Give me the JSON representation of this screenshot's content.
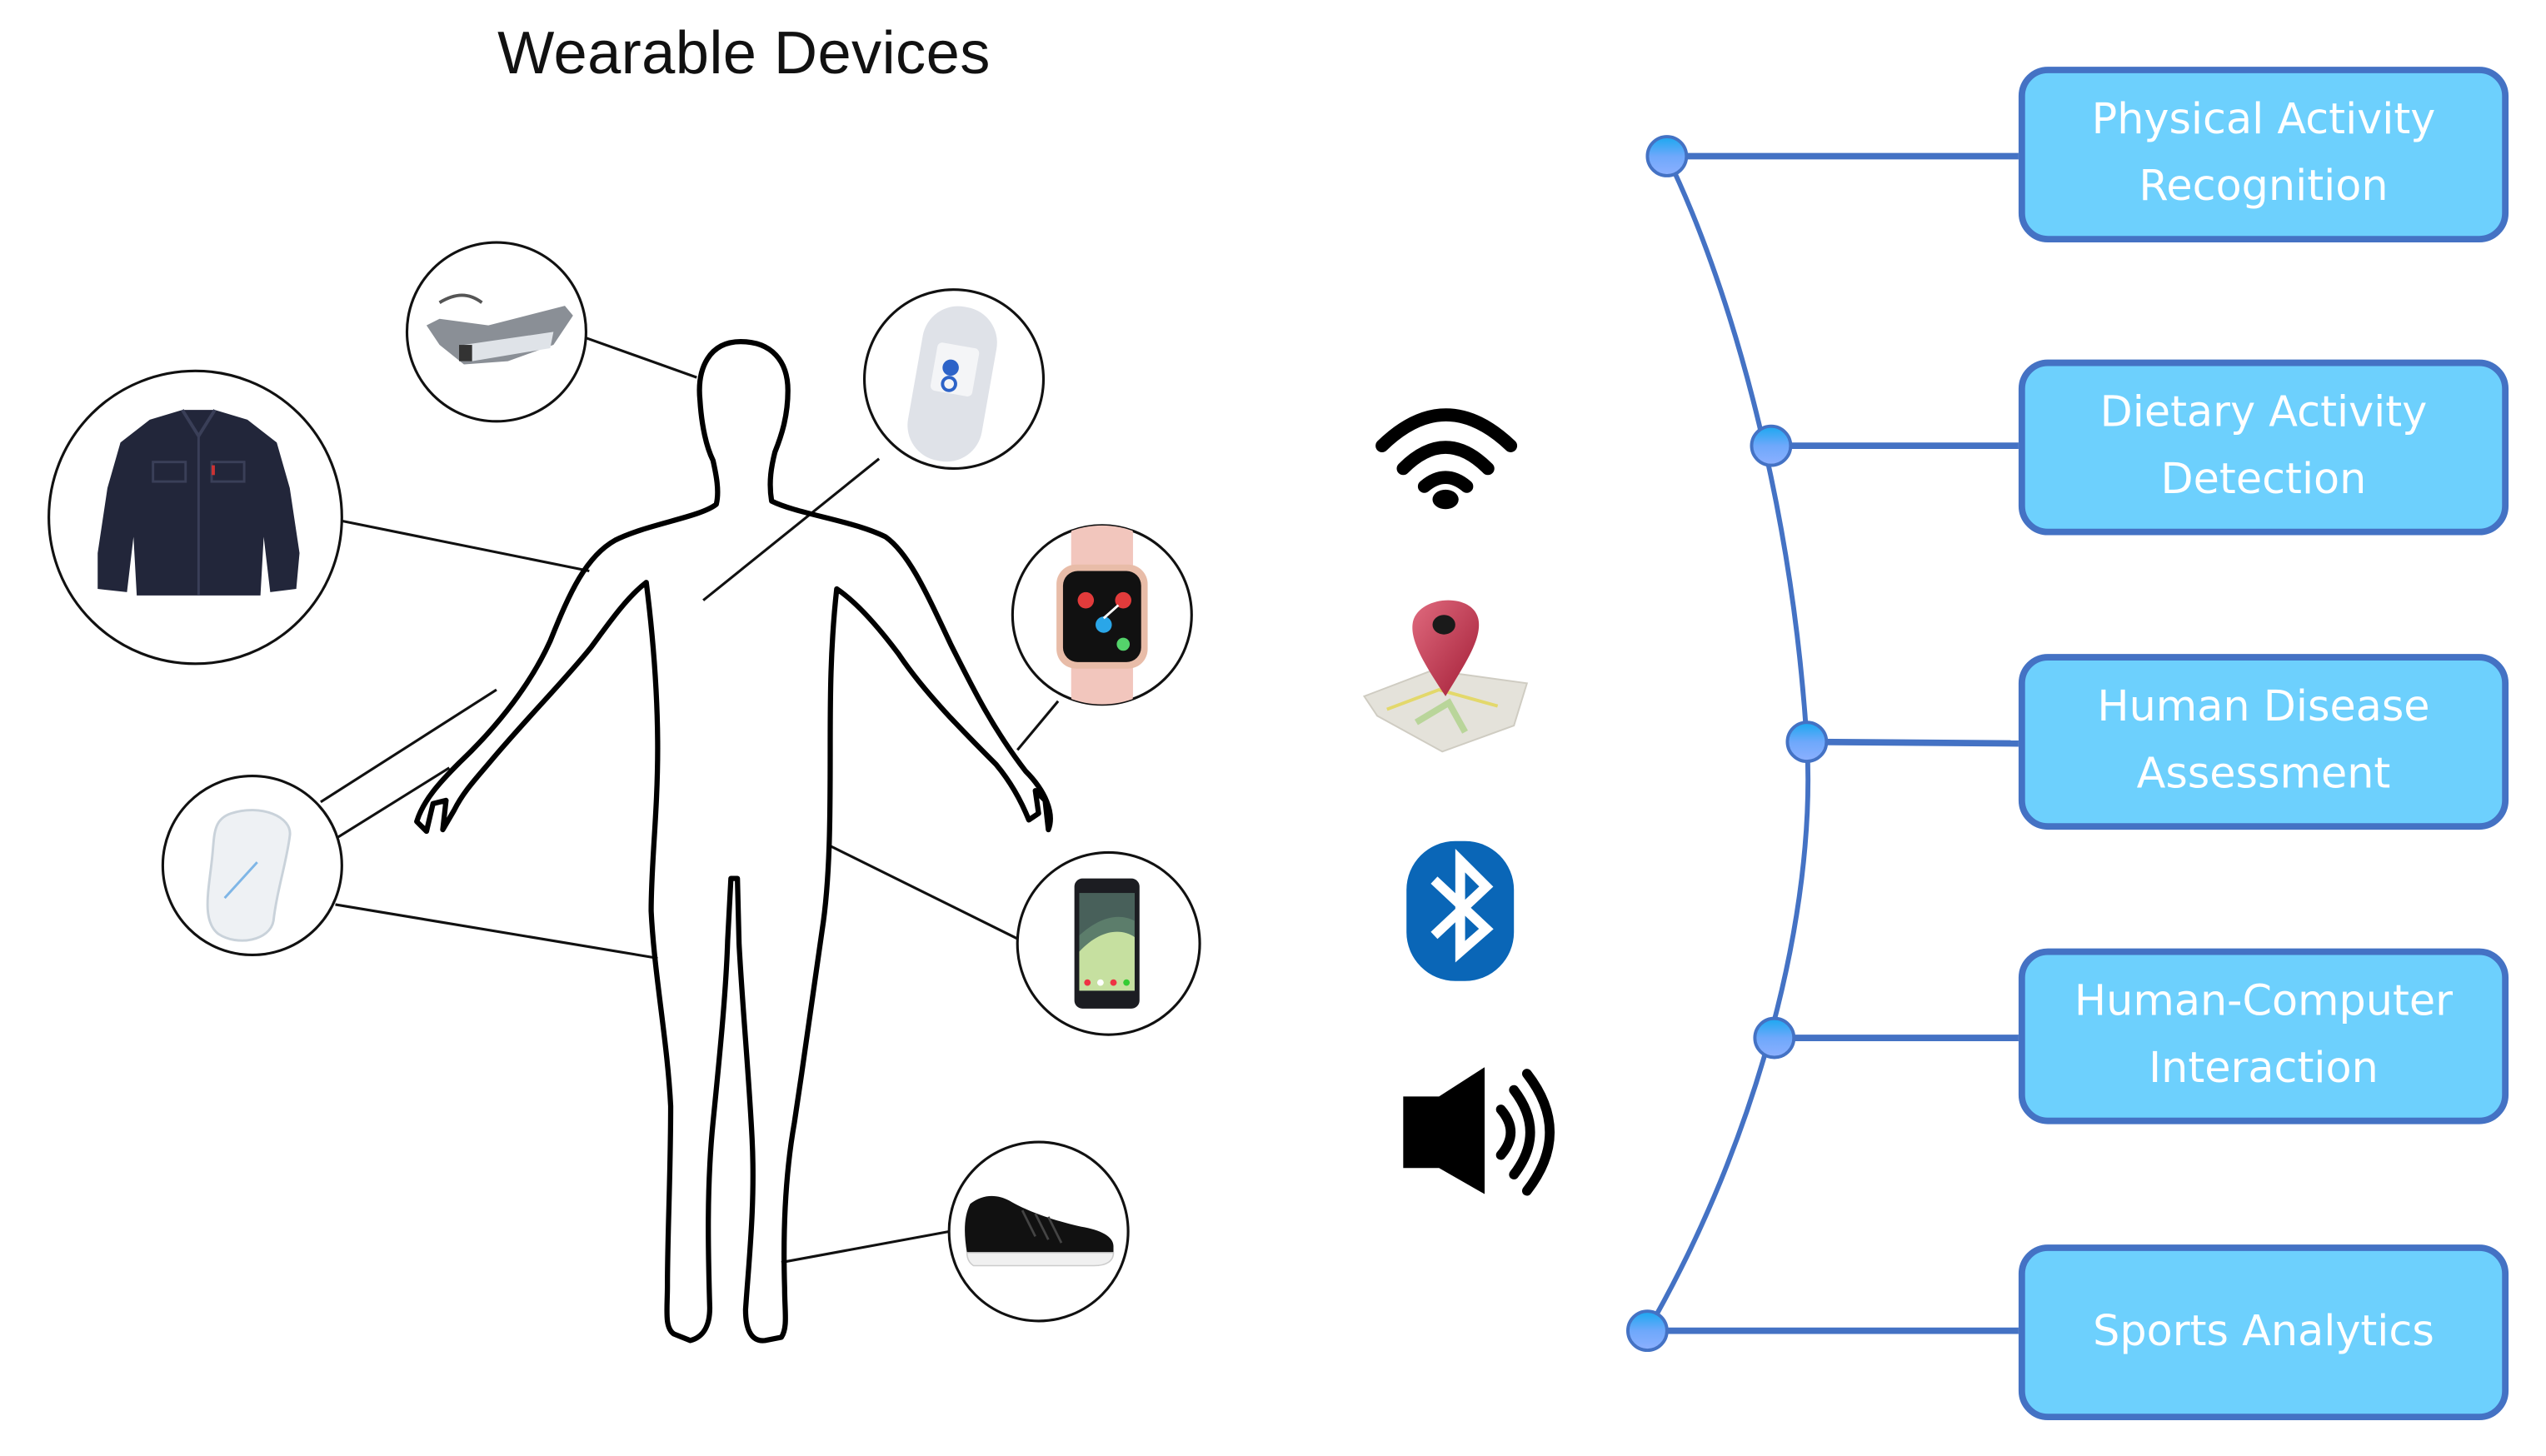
{
  "title": "Wearable Devices",
  "devices": [
    {
      "name": "smart-glasses",
      "label": "Smart glasses",
      "attached_to": "head"
    },
    {
      "name": "smart-jacket",
      "label": "Smart jacket",
      "attached_to": "torso"
    },
    {
      "name": "chest-sensor",
      "label": "Chest sensor patch",
      "attached_to": "chest"
    },
    {
      "name": "smartwatch",
      "label": "Smartwatch",
      "attached_to": "wrist"
    },
    {
      "name": "body-sensor",
      "label": "Wearable sensor",
      "attached_to": "arm / hip"
    },
    {
      "name": "smartphone",
      "label": "Smartphone",
      "attached_to": "hip pocket"
    },
    {
      "name": "smart-shoe",
      "label": "Smart shoe",
      "attached_to": "ankle"
    }
  ],
  "connectivity": [
    {
      "name": "wifi",
      "label": "Wi-Fi"
    },
    {
      "name": "gps",
      "label": "GPS / Location"
    },
    {
      "name": "bluetooth",
      "label": "Bluetooth"
    },
    {
      "name": "audio",
      "label": "Audio"
    }
  ],
  "applications": [
    {
      "label": "Physical Activity\nRecognition"
    },
    {
      "label": "Dietary Activity\nDetection"
    },
    {
      "label": "Human Disease\nAssessment"
    },
    {
      "label": "Human-Computer\nInteraction"
    },
    {
      "label": "Sports Analytics"
    }
  ],
  "colors": {
    "box_fill": "#6dd0fd",
    "box_border": "#4472c4",
    "connector": "#4472c4",
    "node_fill": "#6ea8fb",
    "bluetooth": "#0a66b7",
    "pin": "#c8304a"
  }
}
